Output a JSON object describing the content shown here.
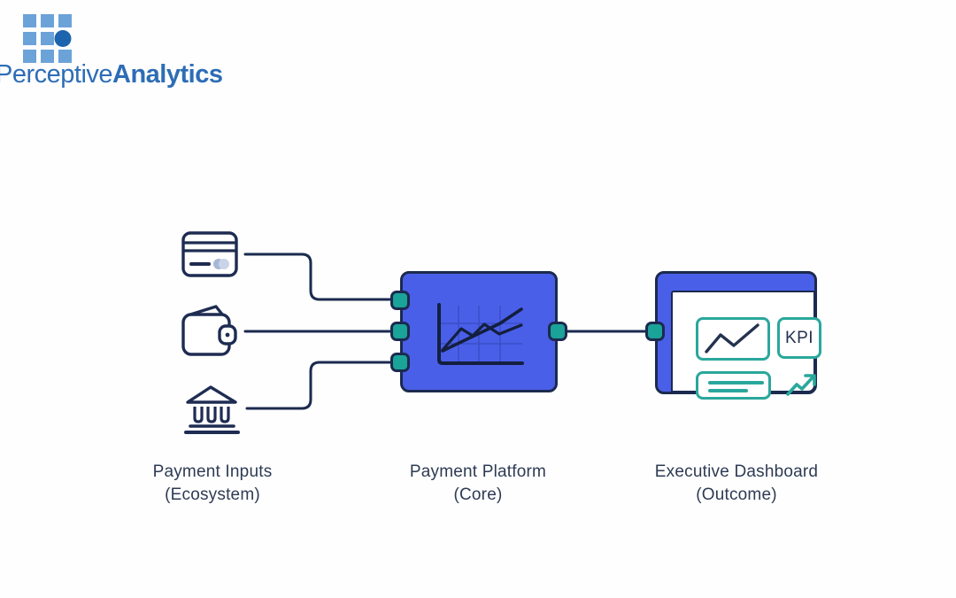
{
  "logo": {
    "brand_first": "Perceptive",
    "brand_second": "Analytics"
  },
  "diagram": {
    "inputs": {
      "title": "Payment Inputs",
      "subtitle": "(Ecosystem)",
      "icons": [
        "credit-card-icon",
        "wallet-icon",
        "bank-icon"
      ]
    },
    "platform": {
      "title": "Payment Platform",
      "subtitle": "(Core)",
      "icon": "line-chart-icon"
    },
    "dashboard": {
      "title": "Executive Dashboard",
      "subtitle": "(Outcome)",
      "kpi_label": "KPI",
      "widgets": [
        "zigzag-chart-icon",
        "kpi-badge",
        "text-lines-icon",
        "trend-up-icon"
      ]
    }
  },
  "colors": {
    "platform_blue": "#4a5fe8",
    "navy_stroke": "#1b2a4e",
    "port_teal": "#1aa398",
    "widget_teal": "#2aa79c",
    "logo_text_blue": "#2d6db6",
    "logo_square_blue": "#6ba3d9",
    "logo_circle_blue": "#1d64ae",
    "label_text": "#2e3b54",
    "background": "#fefefe"
  }
}
